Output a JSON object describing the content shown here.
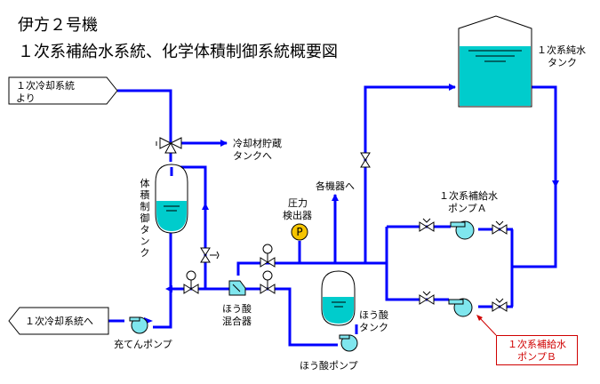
{
  "title": {
    "line1": "伊方２号機",
    "line2": "１次系補給水系統、化学体積制御系統概要図"
  },
  "labels": {
    "from_primary_line1": "１次冷却系統",
    "from_primary_line2": "より",
    "to_coolant_tank_line1": "冷却材貯蔵",
    "to_coolant_tank_line2": "タンクへ",
    "vct_vertical": "体積制御タンク",
    "pressure_detector_line1": "圧力",
    "pressure_detector_line2": "検出器",
    "to_equipment": "各機器へ",
    "pressure_symbol": "P",
    "pure_water_tank_line1": "１次系純水",
    "pure_water_tank_line2": "タンク",
    "pump_a_line1": "１次系補給水",
    "pump_a_line2": "ポンプＡ",
    "pump_b_line1": "１次系補給水",
    "pump_b_line2": "ポンプＢ",
    "to_primary": "１次冷却系統へ",
    "charging_pump": "充てんポンプ",
    "boric_mixer_line1": "ほう酸",
    "boric_mixer_line2": "混合器",
    "boric_tank_line1": "ほう酸",
    "boric_tank_line2": "タンク",
    "boric_pump": "ほう酸ポンプ"
  },
  "colors": {
    "pipe": "#0000ff",
    "tank_fill": "#00cccc",
    "pump_fill": "#7fe6ee",
    "highlight": "#d00000",
    "pressure_fill": "#f5c400"
  }
}
